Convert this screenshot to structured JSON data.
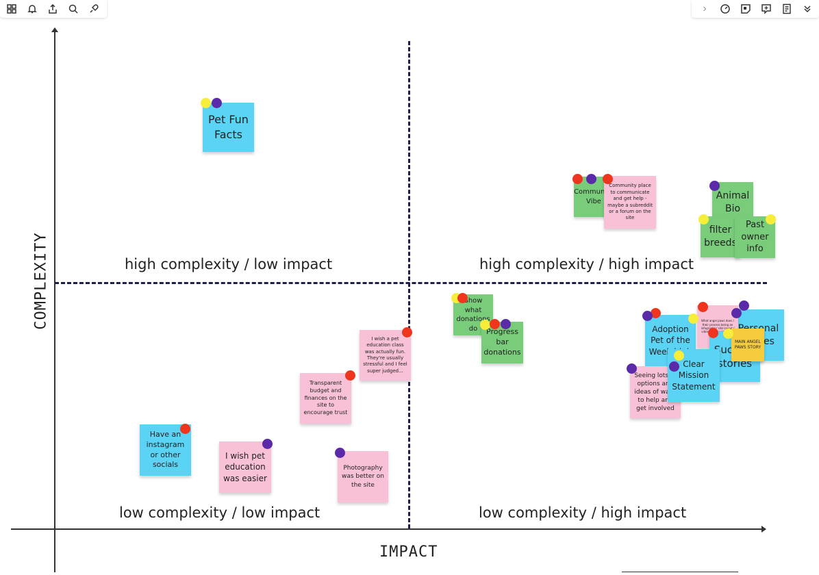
{
  "axes": {
    "x_label": "IMPACT",
    "y_label": "COMPLEXITY"
  },
  "quadrants": {
    "top_left": "high complexity / low impact",
    "top_right": "high complexity / high impact",
    "bottom_left": "low complexity / low impact",
    "bottom_right": "low complexity / high impact"
  },
  "notes": {
    "pet_fun_facts": "Pet Fun Facts",
    "community_vibe": "Community Vibe",
    "community_place": "Community place to communicate and get help - maybe a subreddit or a forum on the site",
    "animal_bio": "Animal Bio",
    "filter_breeds": "filter breeds",
    "past_owner_info": "Past owner info",
    "show_donations": "Show what donations do",
    "progress_bar": "Progress bar donations",
    "adoption_pet_week": "Adoption Pet of the Week high",
    "infographic": "What angel paws does / their process being an infographic/ site layout / video that would be fun",
    "personal_stories": "Personal stories",
    "success_stories": "Success stories",
    "main_story": "MAIN ANGEL PAWS STORY",
    "clear_mission": "Clear Mission Statement",
    "seeing_lots": "Seeing lots of options and ideas of ways to help and get involved",
    "pet_education_fun": "I wish a pet education class was actually fun. They're usually stressful and I feel super judged...",
    "transparent_budget": "Transparent budget and finances on the site to encourage trust",
    "instagram": "Have an instagram or other socials",
    "pet_education_easier": "I wish pet education was easier",
    "photography": "Photography was better on the site"
  },
  "colors": {
    "blue_note": "#5ad3f4",
    "pink_note": "#f8c1d8",
    "green_note": "#78cc7a",
    "yellow_note": "#f6cc3c",
    "red_dot": "#f0351f",
    "purple_dot": "#5a2aa8",
    "yellow_dot": "#f7ee3c",
    "divider": "#1d1f4a"
  },
  "toolbar": {
    "left_icons": [
      "grid-icon",
      "bell-icon",
      "share-icon",
      "search-icon",
      "plug-icon"
    ],
    "right_icons": [
      "chevron-right-icon",
      "timer-icon",
      "sticky-note-icon",
      "comment-icon",
      "notes-icon",
      "double-chevron-down-icon"
    ]
  }
}
